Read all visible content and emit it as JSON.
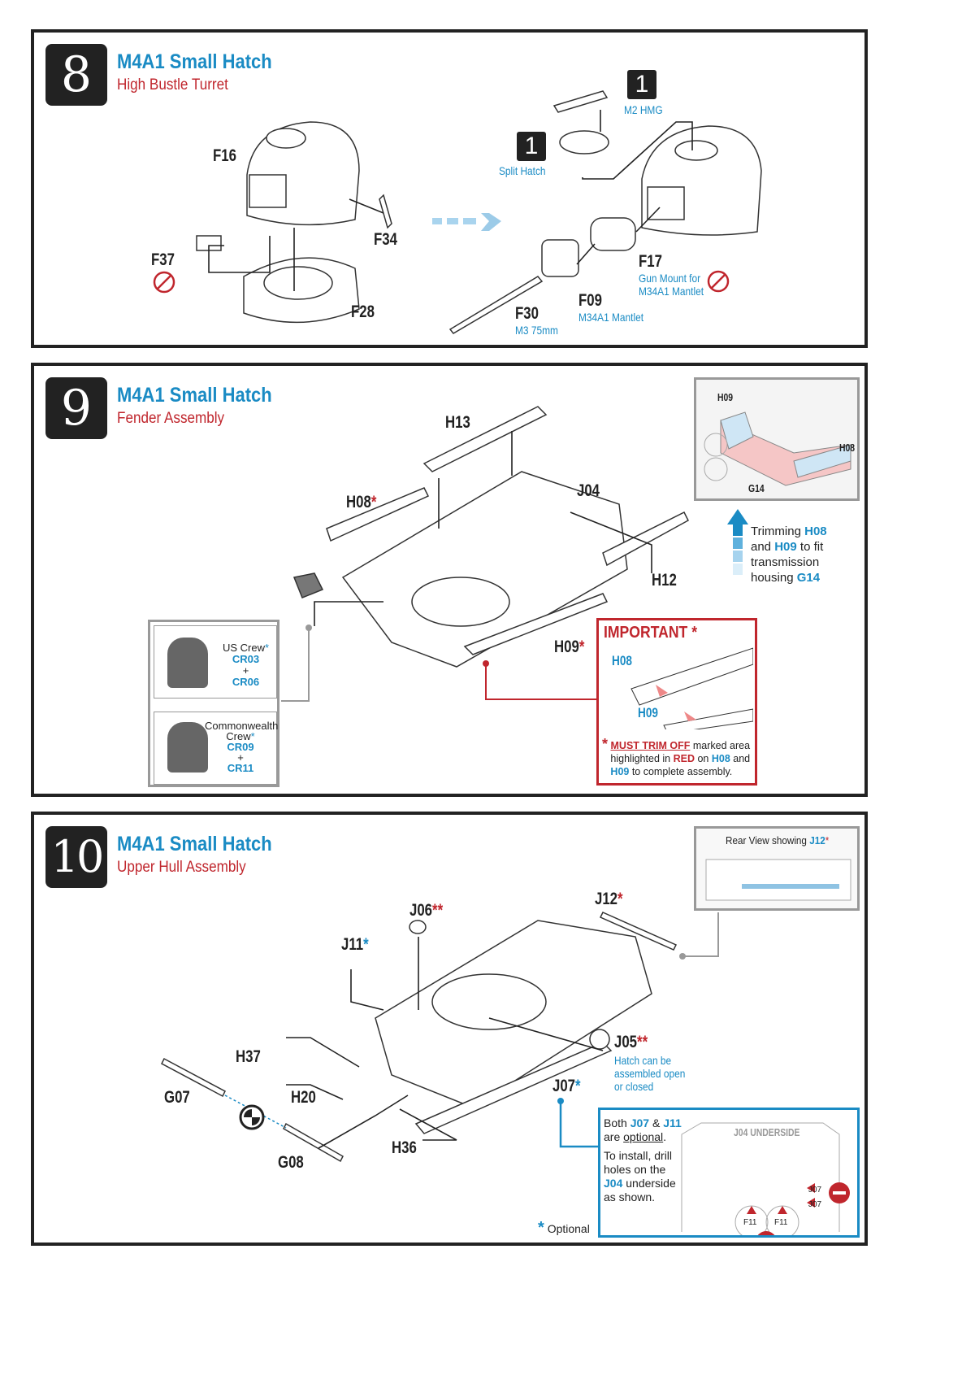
{
  "colors": {
    "blue": "#1a8bc4",
    "red": "#c0262d",
    "dark": "#222222"
  },
  "step8": {
    "number": "8",
    "title": "M4A1 Small Hatch",
    "subtitle": "High Bustle Turret",
    "labels": {
      "f16": "F16",
      "f34": "F34",
      "f37": "F37",
      "f28": "F28",
      "f30": "F30",
      "f30_note": "M3 75mm",
      "f09": "F09",
      "f09_note": "M34A1 Mantlet",
      "f17": "F17",
      "f17_note_1": "Gun Mount for",
      "f17_note_2": "M34A1 Mantlet"
    },
    "badges": [
      {
        "qty": "1",
        "label": "M2 HMG"
      },
      {
        "qty": "1",
        "label": "Split Hatch"
      }
    ],
    "icons": [
      "no-glue-icon",
      "arrow-right-icon"
    ]
  },
  "step9": {
    "number": "9",
    "title": "M4A1 Small Hatch",
    "subtitle": "Fender Assembly",
    "labels": {
      "h13": "H13",
      "h08": "H08",
      "h08_mark": "*",
      "j04": "J04",
      "h12": "H12",
      "h09": "H09",
      "h09_mark": "*"
    },
    "inset": {
      "h09": "H09",
      "h08": "H08",
      "g14": "G14"
    },
    "trim_note": {
      "l1": "Trimming ",
      "h08": "H08",
      "l2": "and ",
      "h09": "H09",
      "l3": " to fit",
      "l4": "transmission",
      "l5": "housing ",
      "g14": "G14"
    },
    "crew": {
      "us": "US Crew",
      "us_mark": "*",
      "us_a": "CR03",
      "plus": "+",
      "us_b": "CR06",
      "cw_1": "Commonwealth",
      "cw_2": "Crew",
      "cw_mark": "*",
      "cw_a": "CR09",
      "cw_b": "CR11"
    },
    "important": {
      "title": "IMPORTANT *",
      "h08": "H08",
      "h09": "H09",
      "star": "*",
      "must": "MUST TRIM OFF",
      "t1": " marked area",
      "t2": "highlighted in ",
      "red": "RED",
      "t3": " on ",
      "h08b": "H08",
      "t4": " and",
      "h09b": "H09",
      "t5": " to complete assembly."
    }
  },
  "step10": {
    "number": "10",
    "title": "M4A1 Small Hatch",
    "subtitle": "Upper Hull Assembly",
    "labels": {
      "j06": "J06",
      "j06_mark": "**",
      "j11": "J11",
      "j11_mark": "*",
      "j12": "J12",
      "j12_mark": "*",
      "h37": "H37",
      "g07": "G07",
      "h20": "H20",
      "g08": "G08",
      "h36": "H36",
      "j05": "J05",
      "j05_mark": "**",
      "j07": "J07",
      "j07_mark": "*"
    },
    "j05_note": [
      "Hatch can be",
      "assembled open",
      "or closed"
    ],
    "rear_view": {
      "text": "Rear View showing ",
      "part": "J12",
      "mark": "*"
    },
    "optional_box": {
      "both": "Both ",
      "j07": "J07",
      "amp": " & ",
      "j11": "J11",
      "are": "are ",
      "optional": "optional",
      "dot": ".",
      "l1": "To install, drill",
      "l2": "holes on the",
      "j04": "J04",
      "l3": " underside",
      "l4": "as shown.",
      "underside": "J04 UNDERSIDE",
      "j07a": "J07",
      "j07b": "J07",
      "f11a": "F11",
      "f11b": "F11"
    },
    "optional_legend": {
      "star": "*",
      "text": "Optional"
    }
  }
}
